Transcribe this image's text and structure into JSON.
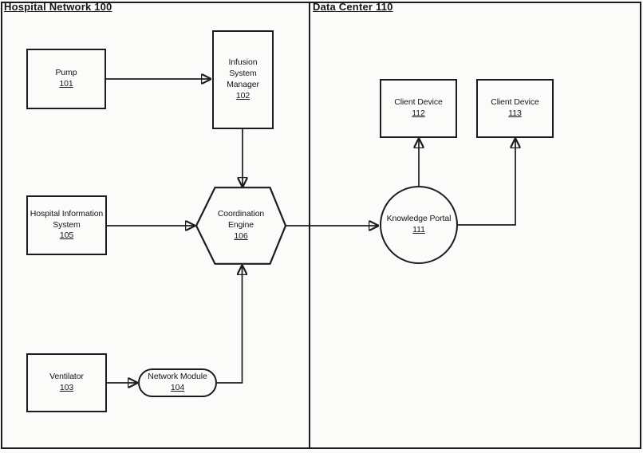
{
  "figure": {
    "type": "block-diagram",
    "line_color": "#1c1c1c",
    "background": "#fbfbfa"
  },
  "regions": {
    "hospital": {
      "title": "Hospital Network 100"
    },
    "datacenter": {
      "title": "Data Center 110"
    }
  },
  "nodes": {
    "pump": {
      "shape": "rect",
      "lines": [
        "Pump"
      ],
      "ref": "101"
    },
    "infusion": {
      "shape": "rect",
      "lines": [
        "Infusion",
        "System",
        "Manager"
      ],
      "ref": "102"
    },
    "his": {
      "shape": "rect",
      "lines": [
        "Hospital Information",
        "System"
      ],
      "ref": "105"
    },
    "ventilator": {
      "shape": "rect",
      "lines": [
        "Ventilator"
      ],
      "ref": "103"
    },
    "network_module": {
      "shape": "pill",
      "lines": [
        "Network Module"
      ],
      "ref": "104"
    },
    "coordination": {
      "shape": "hexagon",
      "lines": [
        "Coordination",
        "Engine"
      ],
      "ref": "106"
    },
    "knowledge_portal": {
      "shape": "circle",
      "lines": [
        "Knowledge Portal"
      ],
      "ref": "111"
    },
    "client_112": {
      "shape": "rect",
      "lines": [
        "Client Device"
      ],
      "ref": "112"
    },
    "client_113": {
      "shape": "rect",
      "lines": [
        "Client Device"
      ],
      "ref": "113"
    }
  },
  "edges": [
    {
      "from": "pump",
      "to": "infusion"
    },
    {
      "from": "infusion",
      "to": "coordination"
    },
    {
      "from": "his",
      "to": "coordination"
    },
    {
      "from": "ventilator",
      "to": "network_module"
    },
    {
      "from": "network_module",
      "to": "coordination"
    },
    {
      "from": "coordination",
      "to": "knowledge_portal"
    },
    {
      "from": "knowledge_portal",
      "to": "client_112"
    },
    {
      "from": "knowledge_portal",
      "to": "client_113"
    }
  ]
}
